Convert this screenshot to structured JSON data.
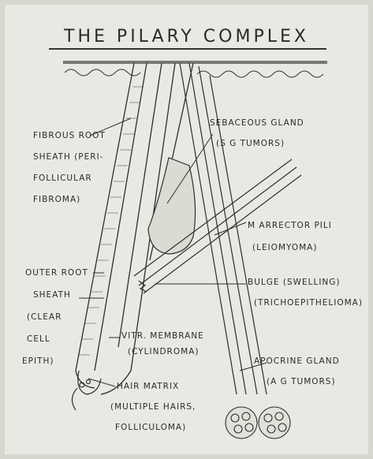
{
  "title": "THE PILARY COMPLEX",
  "labels": {
    "fibrous_root": [
      "FIBROUS ROOT",
      "SHEATH (PERI-",
      "FOLLICULAR",
      "FIBROMA)"
    ],
    "sebaceous": [
      "SEBACEOUS GLAND",
      "(S G TUMORS)"
    ],
    "arrector": [
      "M ARRECTOR PILI",
      "(LEIOMYOMA)"
    ],
    "outer_root": [
      "OUTER ROOT",
      "SHEATH",
      "(CLEAR",
      "CELL",
      "EPITH)"
    ],
    "bulge": [
      "BULGE (SWELLING)",
      "(TRICHOEPITHELIOMA)"
    ],
    "vitr": [
      "VITR. MEMBRANE",
      "(CYLINDROMA)"
    ],
    "apocrine": [
      "APOCRINE GLAND",
      "(A G TUMORS)"
    ],
    "hair_matrix": [
      "HAIR MATRIX",
      "(MULTIPLE HAIRS,",
      "FOLLICULOMA)"
    ]
  }
}
